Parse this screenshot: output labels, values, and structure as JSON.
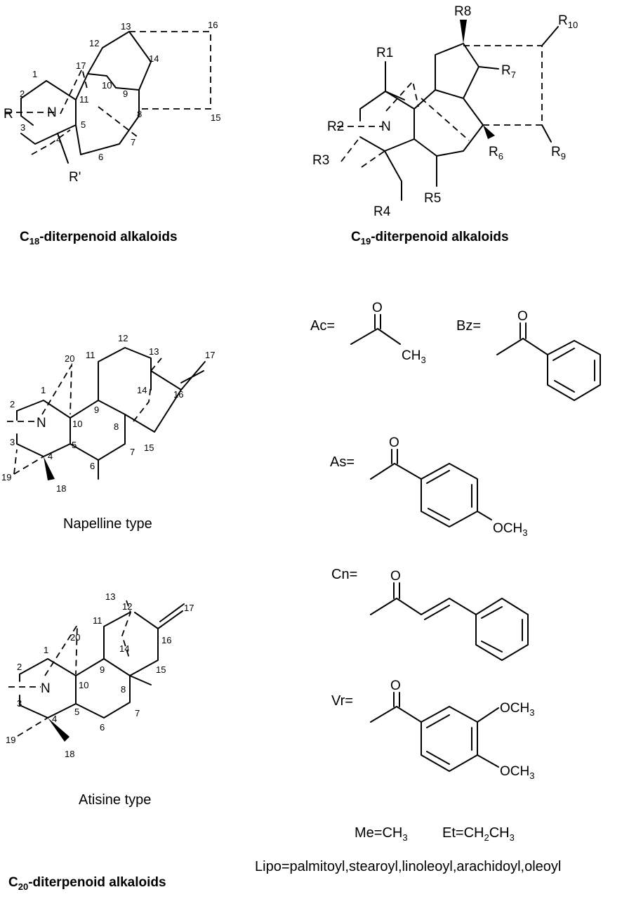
{
  "c18": {
    "caption": "C",
    "caption_sub": "18",
    "caption_rest": "-diterpenoid alkaloids",
    "atoms": {
      "n": "N",
      "r": "R",
      "rp": "R'",
      "a1": "1",
      "a2": "2",
      "a3": "3",
      "a4": "4",
      "a5": "5",
      "a6": "6",
      "a7": "7",
      "a8": "8",
      "a9": "9",
      "a10": "10",
      "a11": "11",
      "a12": "12",
      "a13": "13",
      "a14": "14",
      "a15": "15",
      "a16": "16",
      "a17": "17"
    }
  },
  "c19": {
    "caption": "C",
    "caption_sub": "19",
    "caption_rest": "-diterpenoid alkaloids",
    "atoms": {
      "n": "N",
      "r1": "R1",
      "r2": "R2",
      "r3": "R3",
      "r4": "R4",
      "r5": "R5",
      "r6": "R",
      "r6s": "6",
      "r7": "R",
      "r7s": "7",
      "r8": "R8",
      "r9": "R",
      "r9s": "9",
      "r10": "R",
      "r10s": "10"
    }
  },
  "napelline": {
    "caption": "Napelline type",
    "atoms": {
      "n": "N",
      "a1": "1",
      "a2": "2",
      "a3": "3",
      "a4": "4",
      "a5": "5",
      "a6": "6",
      "a7": "7",
      "a8": "8",
      "a9": "9",
      "a10": "10",
      "a11": "11",
      "a12": "12",
      "a13": "13",
      "a14": "14",
      "a15": "15",
      "a16": "16",
      "a17": "17",
      "a18": "18",
      "a19": "19",
      "a20": "20"
    }
  },
  "atisine": {
    "caption": "Atisine type",
    "atoms": {
      "n": "N",
      "a1": "1",
      "a2": "2",
      "a3": "3",
      "a4": "4",
      "a5": "5",
      "a6": "6",
      "a7": "7",
      "a8": "8",
      "a9": "9",
      "a10": "10",
      "a11": "11",
      "a12": "12",
      "a13": "13",
      "a14": "14",
      "a15": "15",
      "a16": "16",
      "a17": "17",
      "a18": "18",
      "a19": "19",
      "a20": "20"
    }
  },
  "c20": {
    "caption": "C",
    "caption_sub": "20",
    "caption_rest": "-diterpenoid alkaloids"
  },
  "groups": {
    "ac": {
      "label": "Ac=",
      "o": "O",
      "ch3": "CH",
      "ch3s": "3"
    },
    "bz": {
      "label": "Bz=",
      "o": "O"
    },
    "as": {
      "label": "As=",
      "o": "O",
      "och3": "OCH",
      "och3s": "3"
    },
    "cn": {
      "label": "Cn=",
      "o": "O"
    },
    "vr": {
      "label": "Vr=",
      "o": "O",
      "och3a": "OCH",
      "och3as": "3",
      "och3b": "OCH",
      "och3bs": "3"
    }
  },
  "abbrev": {
    "me": "Me=CH",
    "me_sub": "3",
    "et1": "Et=CH",
    "et_sub1": "2",
    "et2": "CH",
    "et_sub2": "3",
    "lipo": "Lipo=palmitoyl,stearoyl,linoleoyl,arachidoyl,oleoyl"
  }
}
